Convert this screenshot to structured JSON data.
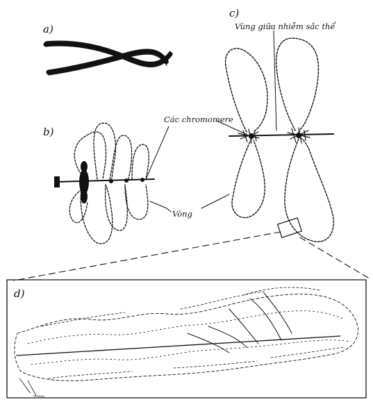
{
  "panels": {
    "a": "a)",
    "b": "b)",
    "c": "c)",
    "d": "d)"
  },
  "labels": {
    "chromomere": "Các chromomere",
    "loop": "Vòng",
    "interchromosomal_region": "Vùng giữa nhiễm sắc thể"
  },
  "colors": {
    "ink": "#111111",
    "background": "#ffffff"
  }
}
